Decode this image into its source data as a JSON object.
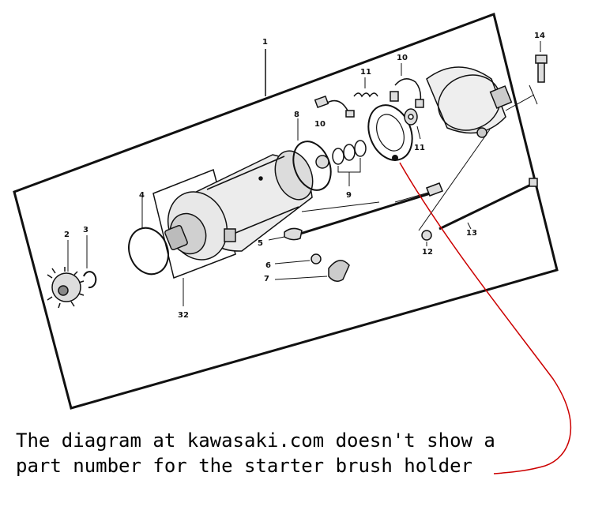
{
  "labels": {
    "n1": "1",
    "n2": "2",
    "n3": "3",
    "n4": "4",
    "n5": "5",
    "n6": "6",
    "n7": "7",
    "n8": "8",
    "n9": "9",
    "n10a": "10",
    "n10b": "10",
    "n11a": "11",
    "n11b": "11",
    "n12": "12",
    "n13": "13",
    "n14": "14",
    "n32": "32"
  },
  "caption": {
    "line1": "The diagram at kawasaki.com doesn't show a",
    "line2": "part number for the starter brush holder"
  },
  "colors": {
    "annotation": "#cc0000",
    "ink": "#111111"
  }
}
